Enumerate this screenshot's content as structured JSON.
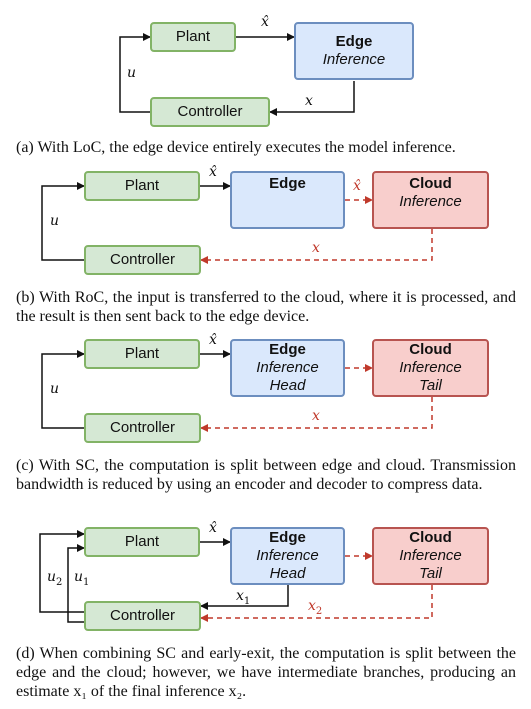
{
  "diagrams": {
    "a": {
      "plant": "Plant",
      "controller": "Controller",
      "edge_title": "Edge",
      "edge_sub": "Inference",
      "u": "u",
      "xhat": "x̂",
      "x": "x",
      "caption": "(a) With LoC, the edge device entirely executes the model inference."
    },
    "b": {
      "plant": "Plant",
      "controller": "Controller",
      "edge_title": "Edge",
      "cloud_title": "Cloud",
      "cloud_sub": "Inference",
      "u": "u",
      "xhat": "x̂",
      "xhat_red": "x̂",
      "x_red": "x",
      "caption": "(b) With RoC, the input is transferred to the cloud, where it is processed, and the result is then sent back to the edge device."
    },
    "c": {
      "plant": "Plant",
      "controller": "Controller",
      "edge_title": "Edge",
      "edge_sub1": "Inference",
      "edge_sub2": "Head",
      "cloud_title": "Cloud",
      "cloud_sub1": "Inference",
      "cloud_sub2": "Tail",
      "u": "u",
      "xhat": "x̂",
      "x_red": "x",
      "caption": "(c) With SC, the computation is split between edge and cloud. Transmission bandwidth is reduced by using an encoder and decoder to compress data."
    },
    "d": {
      "plant": "Plant",
      "controller": "Controller",
      "edge_title": "Edge",
      "edge_sub1": "Inference",
      "edge_sub2": "Head",
      "cloud_title": "Cloud",
      "cloud_sub1": "Inference",
      "cloud_sub2": "Tail",
      "u_letter": "u",
      "u2_sub": "2",
      "u1_sub": "1",
      "xhat": "x̂",
      "x_letter": "x",
      "x1_sub": "1",
      "x2_sub": "2",
      "caption": "(d) When combining SC and early-exit, the computation is split between the edge and the cloud; however, we have intermediate branches, producing an estimate x₁ of the final inference x₂."
    }
  },
  "colors": {
    "green_fill": "#d5e8d4",
    "green_stroke": "#82b366",
    "blue_fill": "#dae8fc",
    "blue_stroke": "#6c8ebf",
    "red_fill": "#f8cecc",
    "red_stroke": "#b85450",
    "dashed_arrow": "#c0392b"
  }
}
